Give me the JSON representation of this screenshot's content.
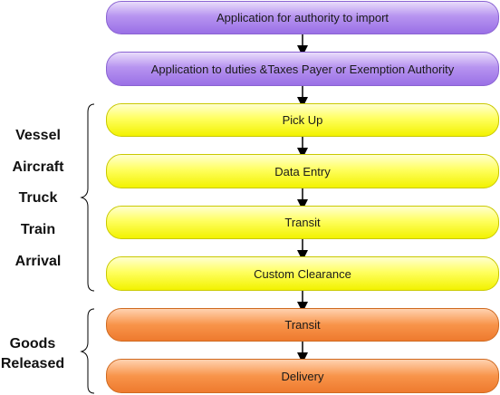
{
  "steps": [
    {
      "label": "Application for authority to import",
      "color": "purple"
    },
    {
      "label": "Application to duties &Taxes Payer or Exemption Authority",
      "color": "purple"
    },
    {
      "label": "Pick Up",
      "color": "yellow"
    },
    {
      "label": "Data Entry",
      "color": "yellow"
    },
    {
      "label": "Transit",
      "color": "yellow"
    },
    {
      "label": "Custom Clearance",
      "color": "yellow"
    },
    {
      "label": "Transit",
      "color": "orange"
    },
    {
      "label": "Delivery",
      "color": "orange"
    }
  ],
  "group_arrival": {
    "labels": [
      "Vessel",
      "Aircraft",
      "Truck",
      "Train",
      "Arrival"
    ]
  },
  "group_release": {
    "labels": [
      "Goods",
      "Released"
    ]
  },
  "colors": {
    "purple": "#b794f0",
    "yellow": "#ffff60",
    "orange": "#f8944a",
    "connector": "#000000"
  }
}
